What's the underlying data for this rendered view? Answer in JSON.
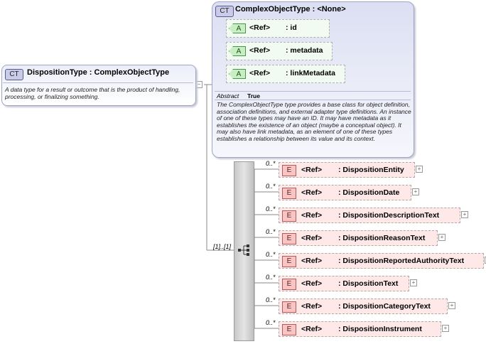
{
  "main_type": {
    "badge": "CT",
    "title": "DispositionType : ComplexObjectType",
    "description": "A data type for a result or outcome that is the product of handling, processing, or finalizing something."
  },
  "base_type": {
    "badge": "CT",
    "title": "ComplexObjectType : <None>",
    "attributes": [
      {
        "badge": "A",
        "ref": "<Ref>",
        "name": ": id"
      },
      {
        "badge": "A",
        "ref": "<Ref>",
        "name": ": metadata"
      },
      {
        "badge": "A",
        "ref": "<Ref>",
        "name": ": linkMetadata"
      }
    ],
    "abstract_label": "Abstract",
    "abstract_value": "True",
    "description": "The ComplexObjectType type provides a base class for object definition, association definitions, and external adapter type definitions. An instance of one of these types may have an ID. It may have metadata as it establishes the existence of an object (maybe a conceptual object). It may also have link metadata, as an element of one of these types establishes a relationship between its value and its context."
  },
  "sequence": {
    "cardinality": "[1]..[1]"
  },
  "elements": [
    {
      "badge": "E",
      "cardinality": "0..*",
      "ref": "<Ref>",
      "name": ": DispositionEntity"
    },
    {
      "badge": "E",
      "cardinality": "0..*",
      "ref": "<Ref>",
      "name": ": DispositionDate"
    },
    {
      "badge": "E",
      "cardinality": "0..*",
      "ref": "<Ref>",
      "name": ": DispositionDescriptionText"
    },
    {
      "badge": "E",
      "cardinality": "0..*",
      "ref": "<Ref>",
      "name": ": DispositionReasonText"
    },
    {
      "badge": "E",
      "cardinality": "0..*",
      "ref": "<Ref>",
      "name": ": DispositionReportedAuthorityText"
    },
    {
      "badge": "E",
      "cardinality": "0..*",
      "ref": "<Ref>",
      "name": ": DispositionText"
    },
    {
      "badge": "E",
      "cardinality": "0..*",
      "ref": "<Ref>",
      "name": ": DispositionCategoryText"
    },
    {
      "badge": "E",
      "cardinality": "0..*",
      "ref": "<Ref>",
      "name": ": DispositionInstrument"
    }
  ],
  "colors": {
    "complex_type_fill": "#dcdff3",
    "attribute_fill": "#f2fbf1",
    "element_fill": "#ffe8e8",
    "connector": "#8a8a8a"
  }
}
